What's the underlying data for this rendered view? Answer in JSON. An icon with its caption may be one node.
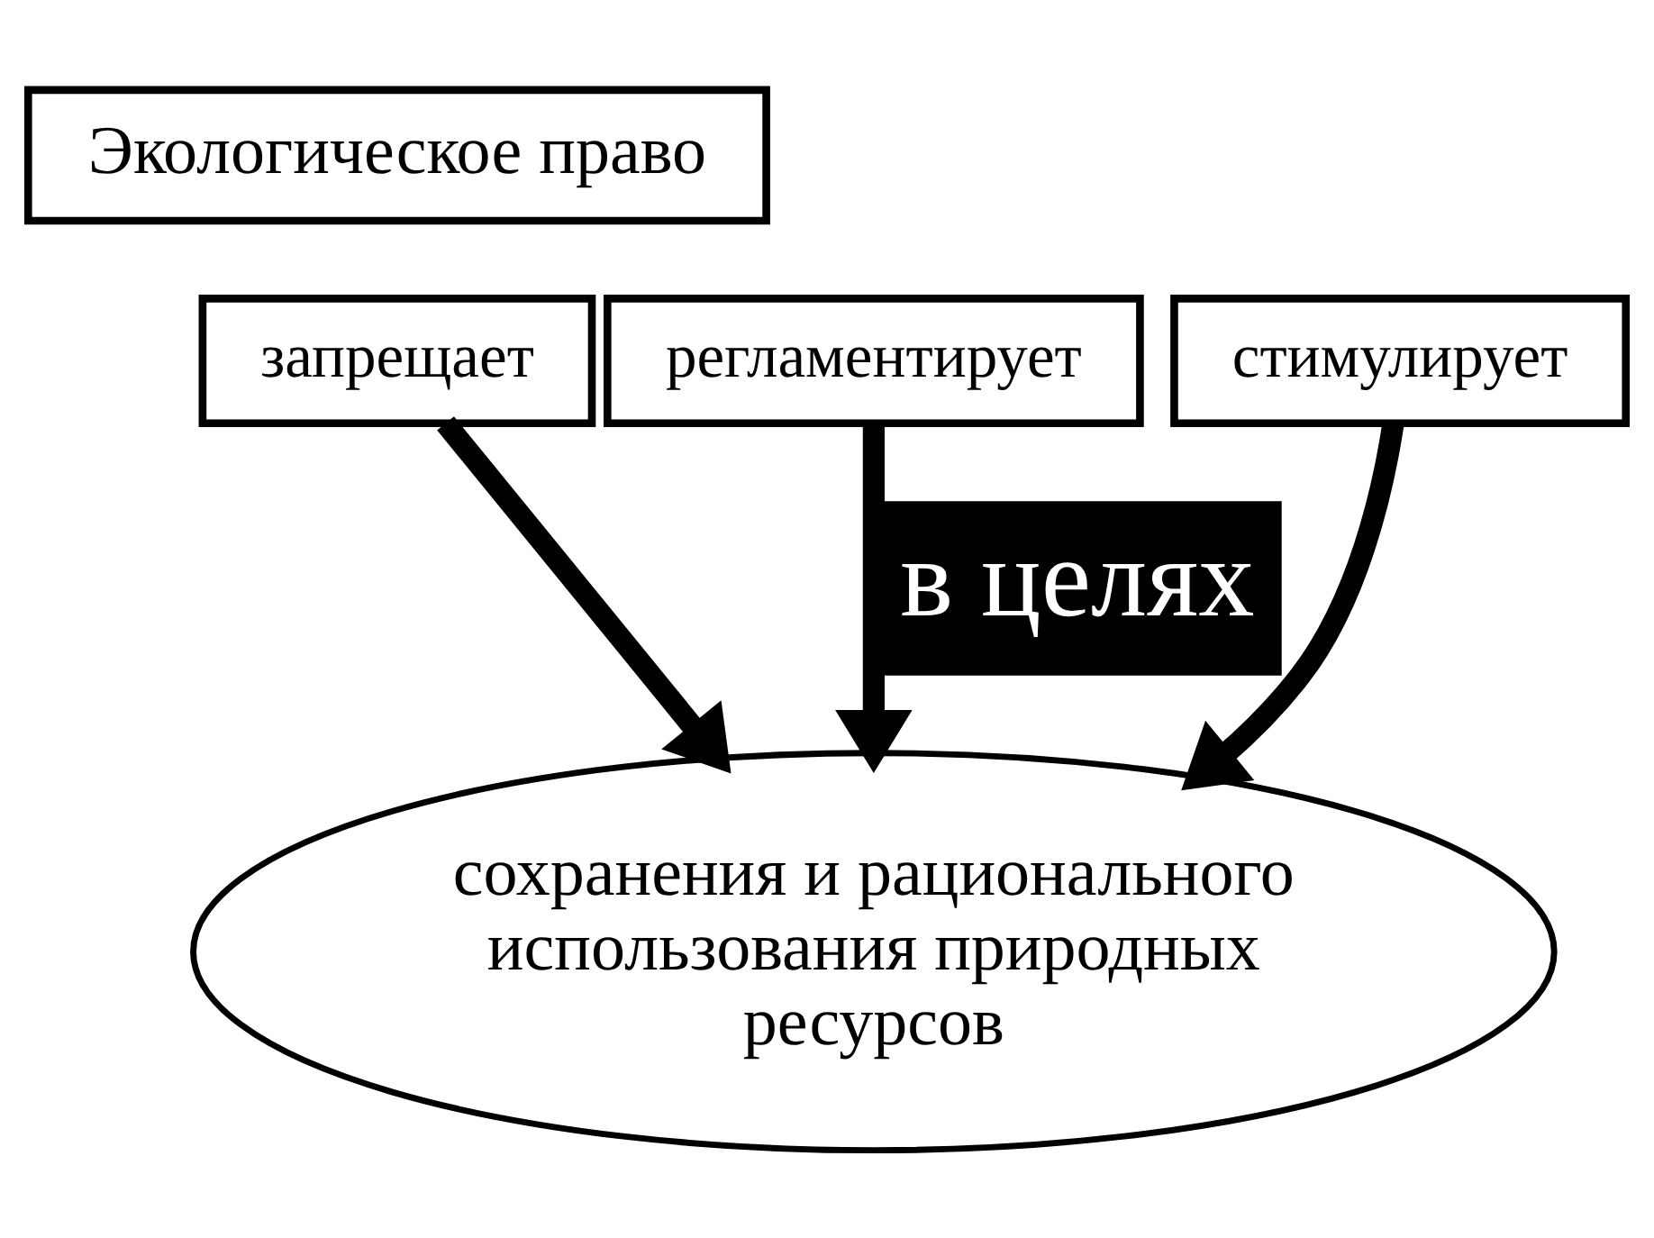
{
  "diagram": {
    "nodes": [
      {
        "text": [
          "Экологическое право"
        ]
      },
      {
        "text": [
          "запрещает"
        ]
      },
      {
        "text": [
          "регламентирует"
        ]
      },
      {
        "text": [
          "стимулирует"
        ]
      },
      {
        "text": [
          "сохранения и рационального использования природных ресурсов"
        ]
      }
    ],
    "edges": [
      {
        "from": 1,
        "to": 4,
        "arrow": "to"
      },
      {
        "from": 2,
        "to": 4,
        "arrow": "to",
        "label": "в целях"
      },
      {
        "from": 3,
        "to": 4,
        "arrow": "to"
      }
    ]
  }
}
